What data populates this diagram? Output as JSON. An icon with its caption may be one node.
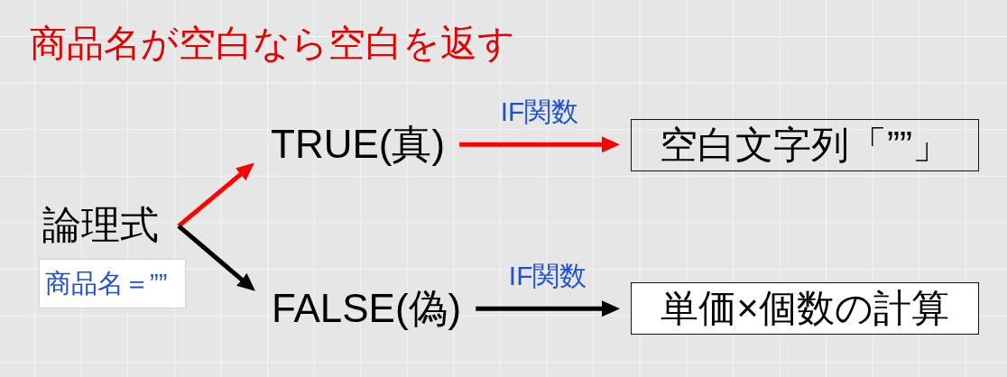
{
  "diagram": {
    "title": "商品名が空白なら空白を返す",
    "nodes": [
      {
        "text": [
          "論理式"
        ]
      },
      {
        "text": [
          "商品名＝””"
        ]
      },
      {
        "text": [
          "TRUE(真)"
        ]
      },
      {
        "text": [
          "FALSE(偽)"
        ]
      },
      {
        "text": [
          "空白文字列「””」"
        ]
      },
      {
        "text": [
          "単価×個数の計算"
        ]
      }
    ],
    "edges": [
      {
        "from": 0,
        "to": 2,
        "arrow": "to",
        "color": "#ff0000"
      },
      {
        "from": 0,
        "to": 3,
        "arrow": "to",
        "color": "#000000"
      },
      {
        "from": 2,
        "to": 4,
        "arrow": "to",
        "label": "IF関数",
        "color": "#ff0000"
      },
      {
        "from": 3,
        "to": 5,
        "arrow": "to",
        "label": "IF関数",
        "color": "#000000"
      }
    ]
  }
}
